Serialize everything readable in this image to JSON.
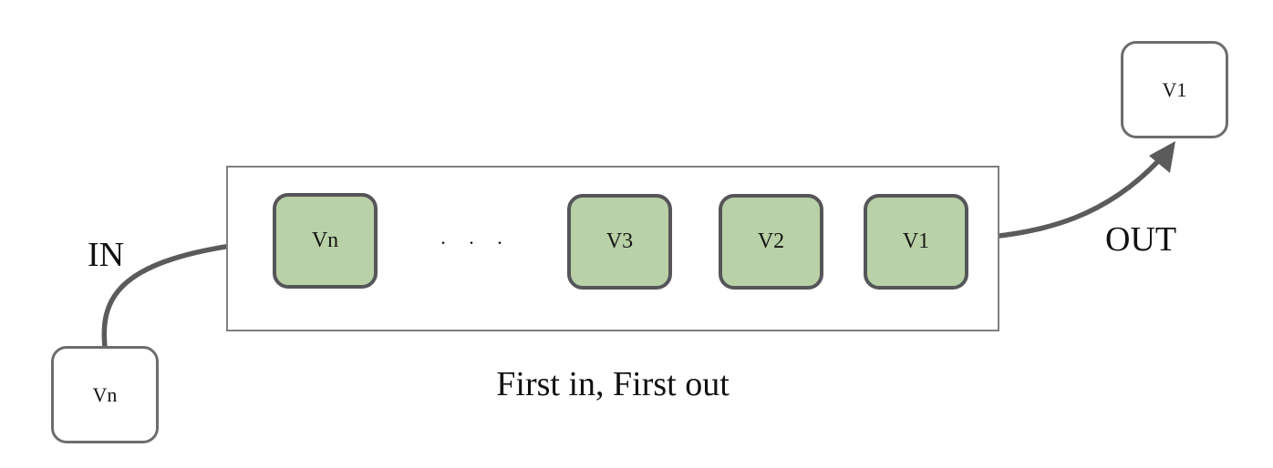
{
  "diagram": {
    "caption": "First in, First out",
    "in_label": "IN",
    "out_label": "OUT",
    "ellipsis": ". . .",
    "queue_cells": [
      {
        "label": "Vn"
      },
      {
        "label": "V3"
      },
      {
        "label": "V2"
      },
      {
        "label": "V1"
      }
    ],
    "incoming_node": {
      "label": "Vn"
    },
    "outgoing_node": {
      "label": "V1"
    },
    "colors": {
      "cell_fill": "#b9d1a6",
      "cell_border": "#565559",
      "node_border": "#6d6d6d",
      "container_border": "#7f7f7f",
      "arrow": "#5b5b5b",
      "text": "#111111"
    }
  }
}
